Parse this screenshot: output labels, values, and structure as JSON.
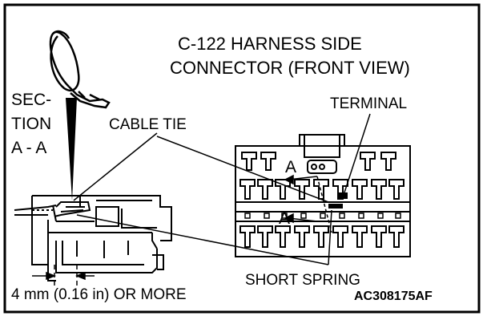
{
  "diagram": {
    "title_line1": "C-122 HARNESS SIDE",
    "title_line2": "CONNECTOR (FRONT VIEW)",
    "section_line1": "SEC-",
    "section_line2": "TION",
    "section_line3": "A - A",
    "cable_tie_label": "CABLE TIE",
    "terminal_label": "TERMINAL",
    "short_spring_label": "SHORT SPRING",
    "dimension_label": "4 mm (0.16 in) OR MORE",
    "figure_code": "AC308175AF",
    "section_mark_upper": "A",
    "section_mark_lower": "A"
  }
}
